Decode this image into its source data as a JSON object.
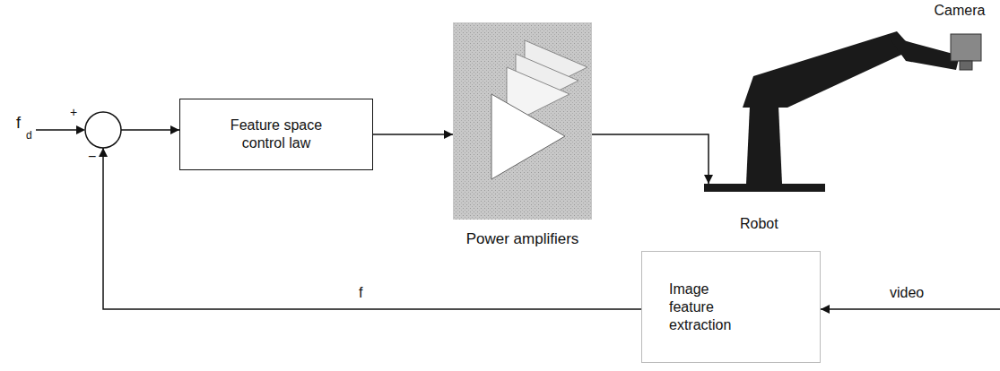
{
  "diagram": {
    "nodes": [
      {
        "text": [
          "Feature space control law"
        ]
      },
      {
        "text": [
          "Power amplifiers"
        ]
      },
      {
        "text": [
          "Robot"
        ]
      },
      {
        "text": [
          "Camera"
        ]
      },
      {
        "text": [
          "Image feature extraction"
        ]
      }
    ],
    "edges": [
      {
        "from": 0,
        "to": 1,
        "arrow": "to"
      },
      {
        "from": 1,
        "to": 2,
        "arrow": "to"
      },
      {
        "from": 3,
        "to": 4,
        "label": "video",
        "arrow": "to"
      },
      {
        "from": 4,
        "to": 0,
        "label": "f",
        "arrow": "to"
      }
    ],
    "labels": [
      "f",
      "d",
      "+",
      "−"
    ]
  }
}
